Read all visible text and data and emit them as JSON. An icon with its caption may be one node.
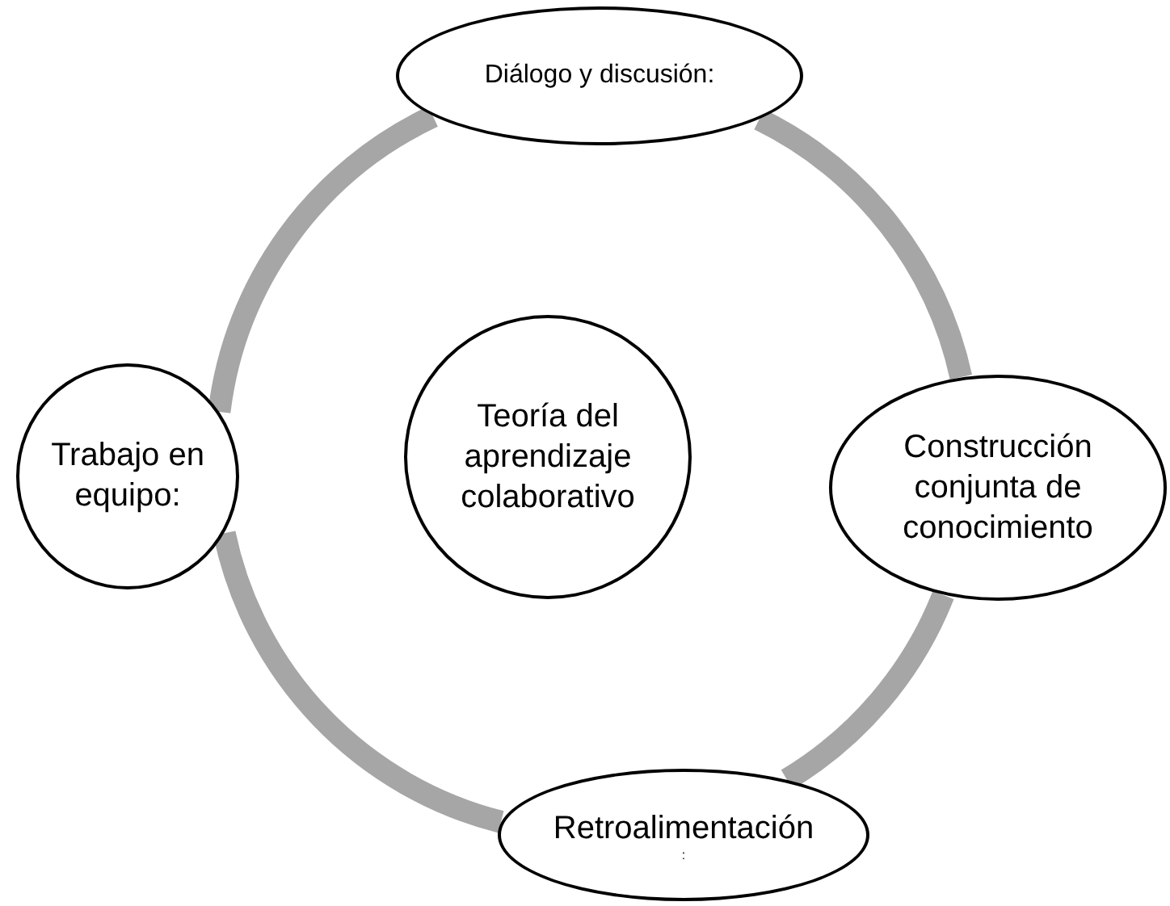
{
  "diagram": {
    "nodes": [
      {
        "text": [
          "Diálogo y discusión:"
        ]
      },
      {
        "text": [
          "Trabajo en equipo:"
        ]
      },
      {
        "text": [
          "Teoría del aprendizaje colaborativo"
        ]
      },
      {
        "text": [
          "Construcción conjunta de conocimiento"
        ]
      },
      {
        "text": [
          "Retroalimentación",
          ":"
        ]
      }
    ],
    "edges": [
      {
        "from": 0,
        "to": 3,
        "arrow": "none"
      },
      {
        "from": 3,
        "to": 4,
        "arrow": "none"
      },
      {
        "from": 4,
        "to": 1,
        "arrow": "none"
      },
      {
        "from": 1,
        "to": 0,
        "arrow": "none"
      }
    ]
  }
}
